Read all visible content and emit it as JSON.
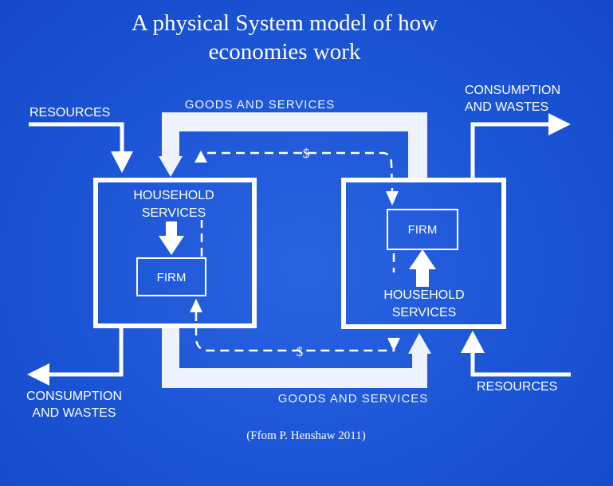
{
  "title": {
    "line1": "A physical System model of how",
    "line2": "economies work"
  },
  "labels": {
    "resources_left": "RESOURCES",
    "resources_right": "RESOURCES",
    "consumption_right_1": "CONSUMPTION",
    "consumption_right_2": "AND WASTES",
    "consumption_left_1": "CONSUMPTION",
    "consumption_left_2": "AND WASTES",
    "goods_top": "GOODS AND SERVICES",
    "goods_bottom": "GOODS AND SERVICES",
    "money_top": "$",
    "money_bottom": "$"
  },
  "left_box": {
    "household_1": "HOUSEHOLD",
    "household_2": "SERVICES",
    "firm": "FIRM"
  },
  "right_box": {
    "firm": "FIRM",
    "household_1": "HOUSEHOLD",
    "household_2": "SERVICES"
  },
  "credit": "(Ffom P. Henshaw 2011)",
  "colors": {
    "background": "#1a55d4",
    "line": "#ffffff",
    "flow": "#f2f5ff"
  }
}
